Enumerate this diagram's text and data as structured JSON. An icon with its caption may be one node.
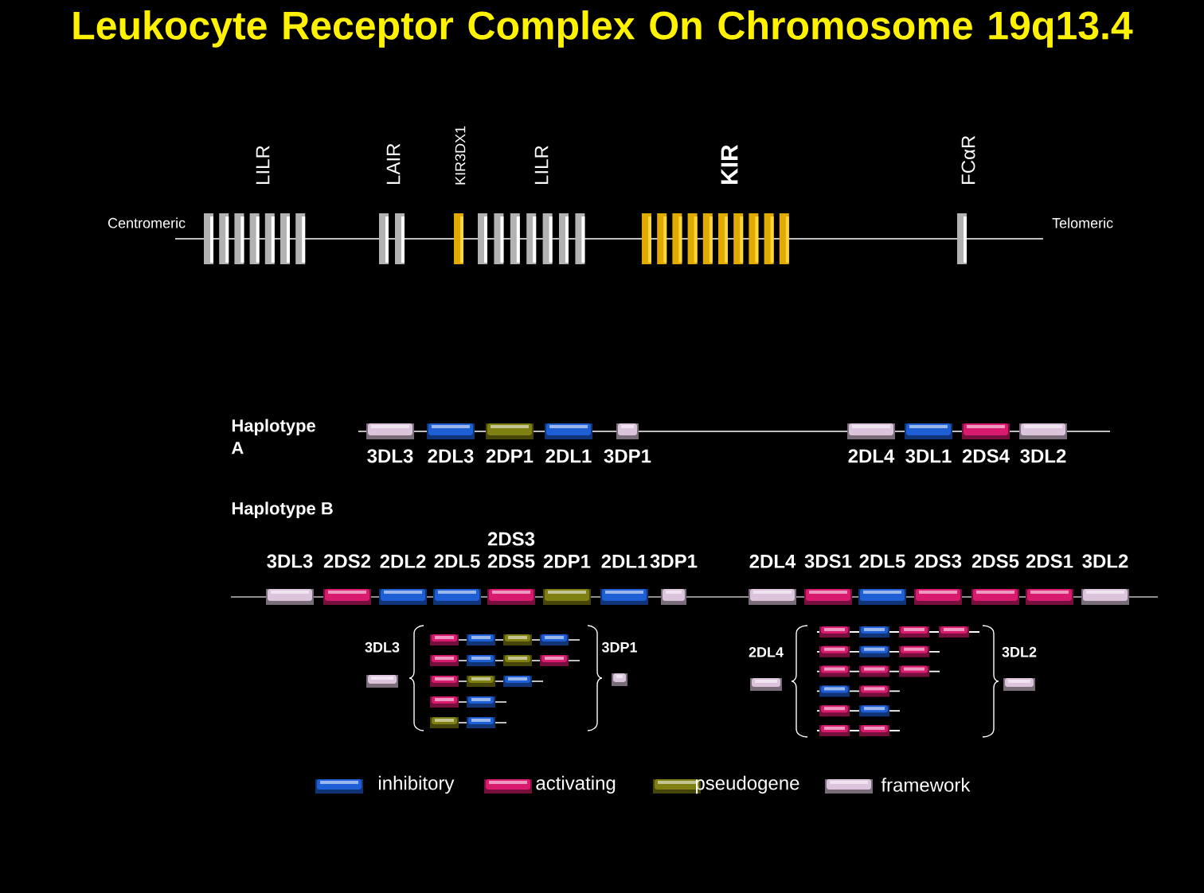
{
  "diagram": {
    "title": "Leukocyte Receptor Complex On Chromosome 19q13.4",
    "nodes": [
      {
        "text": [
          "3DL3"
        ]
      },
      {
        "text": [
          "2DL3"
        ]
      },
      {
        "text": [
          "2DP1"
        ]
      },
      {
        "text": [
          "2DL1"
        ]
      },
      {
        "text": [
          "3DP1"
        ]
      },
      {
        "text": [
          "2DL4"
        ]
      },
      {
        "text": [
          "3DL1"
        ]
      },
      {
        "text": [
          "2DS4"
        ]
      },
      {
        "text": [
          "3DL2"
        ]
      },
      {
        "text": [
          "3DL3"
        ]
      },
      {
        "text": [
          "2DS2"
        ]
      },
      {
        "text": [
          "2DL2"
        ]
      },
      {
        "text": [
          "2DL5"
        ]
      },
      {
        "text": [
          "2DS3 2DS5"
        ]
      },
      {
        "text": [
          "2DP1"
        ]
      },
      {
        "text": [
          "2DL1"
        ]
      },
      {
        "text": [
          "3DP1"
        ]
      },
      {
        "text": [
          "2DL4"
        ]
      },
      {
        "text": [
          "3DS1"
        ]
      },
      {
        "text": [
          "2DL5"
        ]
      },
      {
        "text": [
          "2DS3"
        ]
      },
      {
        "text": [
          "2DS5"
        ]
      },
      {
        "text": [
          "2DS1"
        ]
      },
      {
        "text": [
          "3DL2"
        ]
      },
      {
        "text": [
          "3DL3"
        ]
      },
      {
        "text": [
          "3DP1"
        ]
      },
      {
        "text": [
          "2DL4"
        ]
      },
      {
        "text": [
          "3DL2"
        ]
      }
    ],
    "labels": [
      "LILR",
      "LAIR",
      "KIR3DX1",
      "LILR",
      "KIR",
      "FCαR",
      "Centromeric",
      "Telomeric",
      "Haplotype A",
      "Haplotype B"
    ],
    "legend": [
      {
        "text": "inhibitory",
        "color": "#1f5fd6"
      },
      {
        "text": "activating",
        "color": "#d81b6e"
      },
      {
        "text": "pseudogene",
        "color": "#7f7f12"
      },
      {
        "text": "framework",
        "color": "#dcc4dc"
      }
    ]
  }
}
